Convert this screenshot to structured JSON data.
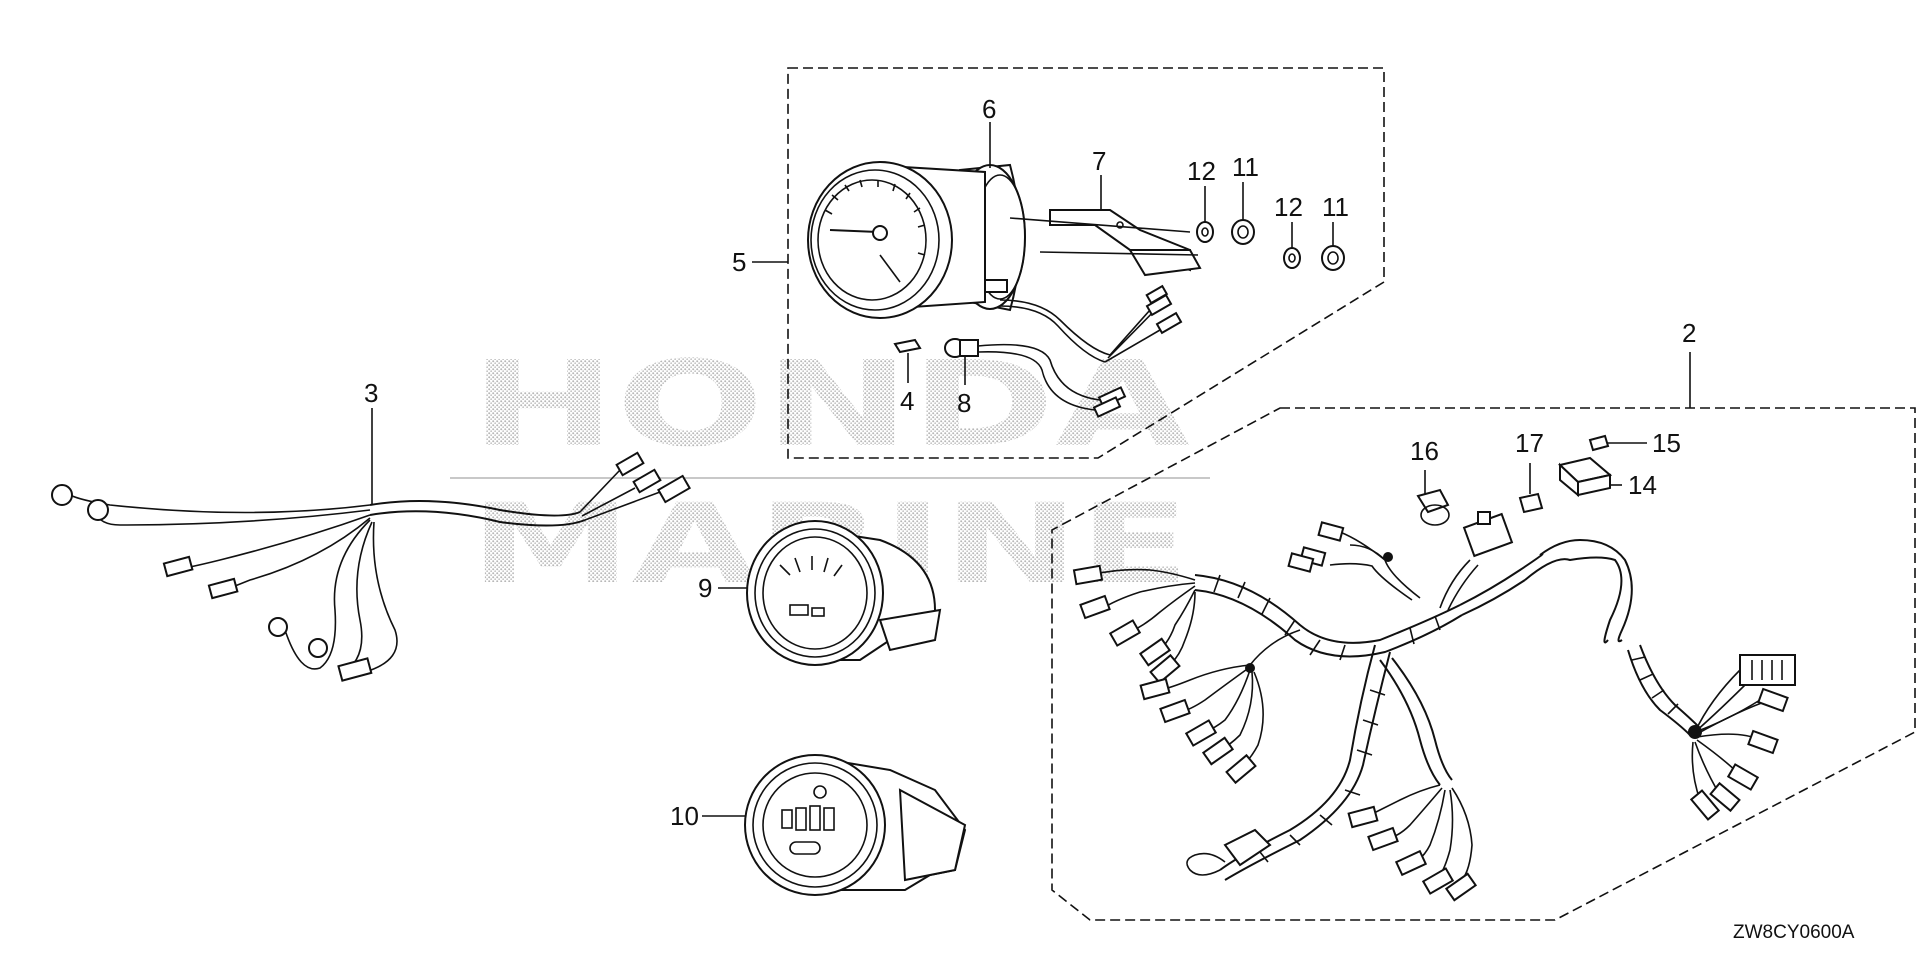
{
  "watermark": {
    "line1": "HONDA",
    "line2": "MARINE"
  },
  "labels": {
    "n2": "2",
    "n3": "3",
    "n4": "4",
    "n5": "5",
    "n6": "6",
    "n7": "7",
    "n8": "8",
    "n9": "9",
    "n10": "10",
    "n11a": "11",
    "n11b": "11",
    "n12a": "12",
    "n12b": "12",
    "n14": "14",
    "n15": "15",
    "n16": "16",
    "n17": "17"
  },
  "diagram_code": "ZW8CY0600A"
}
